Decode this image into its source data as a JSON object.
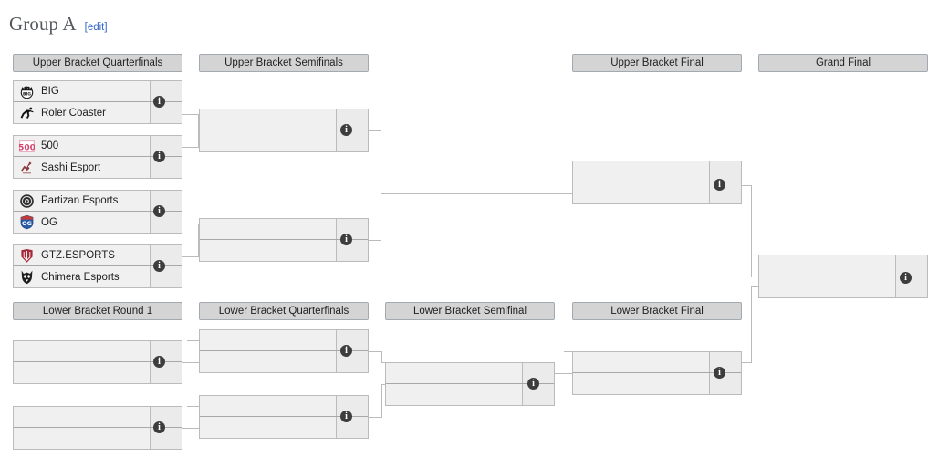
{
  "header": {
    "title": "Group A",
    "edit_label": "[edit]"
  },
  "rounds": {
    "upper": [
      {
        "name": "ubqf",
        "label": "Upper Bracket Quarterfinals"
      },
      {
        "name": "ubsf",
        "label": "Upper Bracket Semifinals"
      },
      {
        "name": "ubf",
        "label": "Upper Bracket Final"
      },
      {
        "name": "gf",
        "label": "Grand Final"
      }
    ],
    "lower": [
      {
        "name": "lbr1",
        "label": "Lower Bracket Round 1"
      },
      {
        "name": "lbqf",
        "label": "Lower Bracket Quarterfinals"
      },
      {
        "name": "lbsf",
        "label": "Lower Bracket Semifinal"
      },
      {
        "name": "lbf",
        "label": "Lower Bracket Final"
      }
    ]
  },
  "info_icon": "i",
  "matches": {
    "ubqf1": {
      "top": {
        "team": "BIG",
        "logo": "big-logo",
        "score": ""
      },
      "bottom": {
        "team": "Roler Coaster",
        "logo": "roler-coaster-logo",
        "score": ""
      }
    },
    "ubqf2": {
      "top": {
        "team": "500",
        "logo": "500-logo",
        "score": ""
      },
      "bottom": {
        "team": "Sashi Esport",
        "logo": "sashi-logo",
        "score": ""
      }
    },
    "ubqf3": {
      "top": {
        "team": "Partizan Esports",
        "logo": "partizan-logo",
        "score": ""
      },
      "bottom": {
        "team": "OG",
        "logo": "og-logo",
        "score": ""
      }
    },
    "ubqf4": {
      "top": {
        "team": "GTZ.ESPORTS",
        "logo": "gtz-logo",
        "score": ""
      },
      "bottom": {
        "team": "Chimera Esports",
        "logo": "chimera-logo",
        "score": ""
      }
    },
    "ubsf1": {
      "top": {
        "team": "",
        "score": ""
      },
      "bottom": {
        "team": "",
        "score": ""
      }
    },
    "ubsf2": {
      "top": {
        "team": "",
        "score": ""
      },
      "bottom": {
        "team": "",
        "score": ""
      }
    },
    "ubf1": {
      "top": {
        "team": "",
        "score": ""
      },
      "bottom": {
        "team": "",
        "score": ""
      }
    },
    "gf1": {
      "top": {
        "team": "",
        "score": ""
      },
      "bottom": {
        "team": "",
        "score": ""
      }
    },
    "lbr1m1": {
      "top": {
        "team": "",
        "score": ""
      },
      "bottom": {
        "team": "",
        "score": ""
      }
    },
    "lbr1m2": {
      "top": {
        "team": "",
        "score": ""
      },
      "bottom": {
        "team": "",
        "score": ""
      }
    },
    "lbqf1": {
      "top": {
        "team": "",
        "score": ""
      },
      "bottom": {
        "team": "",
        "score": ""
      }
    },
    "lbqf2": {
      "top": {
        "team": "",
        "score": ""
      },
      "bottom": {
        "team": "",
        "score": ""
      }
    },
    "lbsf1": {
      "top": {
        "team": "",
        "score": ""
      },
      "bottom": {
        "team": "",
        "score": ""
      }
    },
    "lbf1": {
      "top": {
        "team": "",
        "score": ""
      },
      "bottom": {
        "team": "",
        "score": ""
      }
    }
  },
  "colors": {
    "header_bg": "#d4d4d4",
    "header_border": "#a2a9b1",
    "match_bg": "#f0f0f0",
    "match_border": "#bbbbbb",
    "connector": "#bbbbbb",
    "info_badge": "#3d3d3d",
    "title_text": "#54595d",
    "link": "#3366cc"
  }
}
